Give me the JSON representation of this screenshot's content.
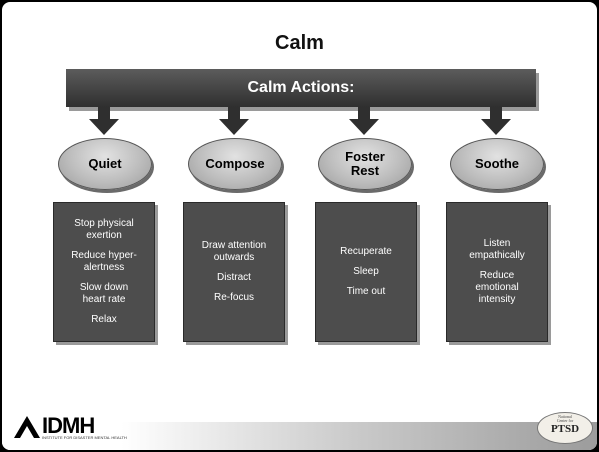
{
  "slide": {
    "title": "Calm",
    "banner": "Calm Actions:"
  },
  "actions": [
    {
      "name": "Quiet",
      "items": [
        "Stop physical\nexertion",
        "Reduce hyper-\nalertness",
        "Slow down\nheart rate",
        "Relax"
      ]
    },
    {
      "name": "Compose",
      "items": [
        "Draw attention\noutwards",
        "Distract",
        "Re-focus"
      ]
    },
    {
      "name": "Foster\nRest",
      "items": [
        "Recuperate",
        "Sleep",
        "Time out"
      ]
    },
    {
      "name": "Soothe",
      "items": [
        "Listen\nempathically",
        "Reduce\nemotional\nintensity"
      ]
    }
  ],
  "footer": {
    "left_logo_text": "IDMH",
    "left_logo_subtext": "INSTITUTE FOR DISASTER MENTAL HEALTH",
    "right_logo_small": "National\nCenter for",
    "right_logo_text": "PTSD"
  },
  "colors": {
    "banner": "#3a3a3a",
    "oval": "#bdbdbd",
    "box": "#4d4d4d"
  }
}
